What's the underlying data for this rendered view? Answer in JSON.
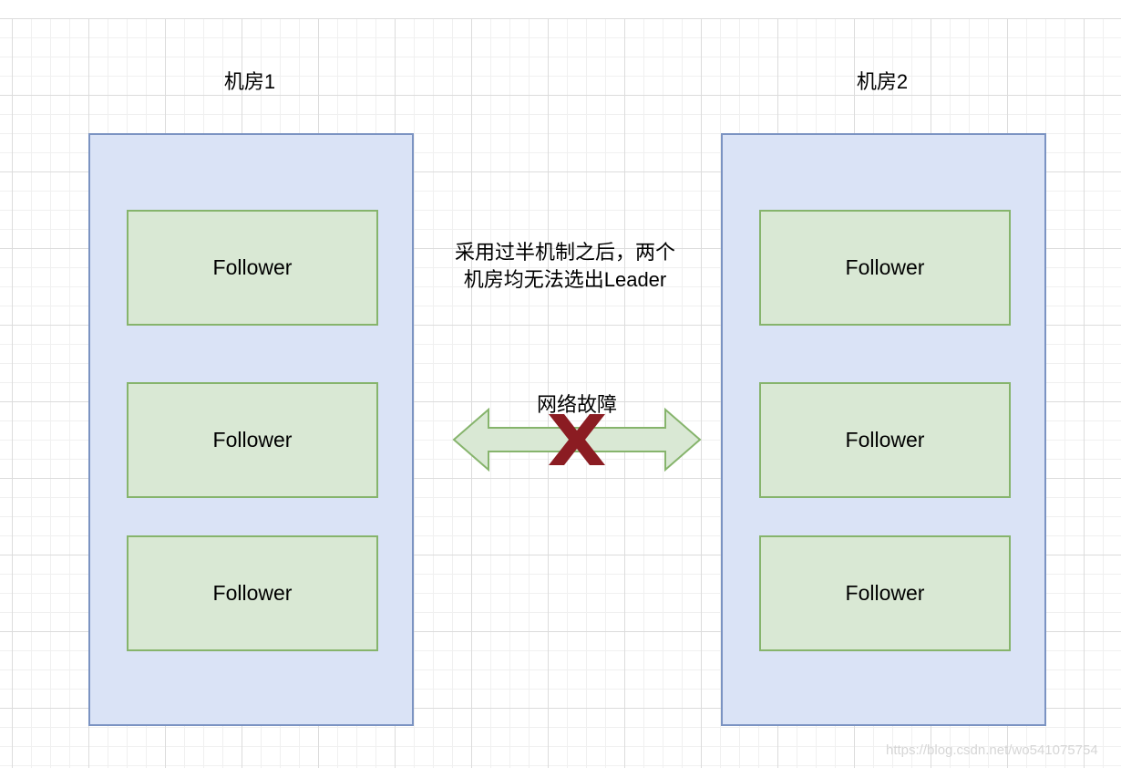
{
  "rooms": [
    {
      "title": "机房1",
      "nodes": [
        "Follower",
        "Follower",
        "Follower"
      ]
    },
    {
      "title": "机房2",
      "nodes": [
        "Follower",
        "Follower",
        "Follower"
      ]
    }
  ],
  "note": {
    "line1": "采用过半机制之后，两个",
    "line2": "机房均无法选出Leader"
  },
  "link": {
    "label": "网络故障",
    "status_icon": "x-mark-icon",
    "status_color": "#8b1c22"
  },
  "colors": {
    "room_fill": "#dae3f6",
    "room_border": "#7b93c2",
    "node_fill": "#d9e8d4",
    "node_border": "#86b46c",
    "arrow_fill": "#d9e8d4"
  },
  "watermark": "https://blog.csdn.net/wo541075754"
}
